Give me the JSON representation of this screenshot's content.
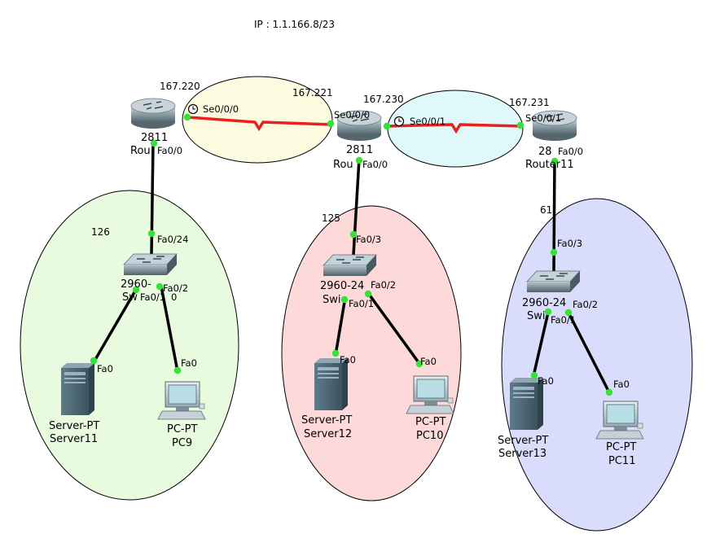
{
  "title": "IP : 1.1.166.8/23",
  "colors": {
    "zone_left": "#e8fbdf",
    "zone_mid": "#fdd9d9",
    "zone_right": "#d9dcfb",
    "wan_left": "#fdfbdf",
    "wan_right": "#dff9fb",
    "serial_link": "#e8201e",
    "ethernet_link": "#000000",
    "port_dot": "#35e235"
  },
  "icons": {
    "router": "router-icon",
    "switch": "switch-icon",
    "server": "server-icon",
    "pc": "pc-icon",
    "clock": "clock-icon"
  },
  "wan_labels": {
    "r10_se_ip": "167.220",
    "r12_se000_ip": "167.221",
    "r12_se001_ip": "167.230",
    "r11_se_ip": "167.231"
  },
  "lan_labels": {
    "left": "126",
    "mid": "125",
    "right": "61"
  },
  "routers": {
    "left": {
      "model": "2811",
      "name_partial": "Rou",
      "lan_port": "Fa0/0",
      "serial_port": "Se0/0/0"
    },
    "mid": {
      "model": "2811",
      "name_partial": "Rou",
      "lan_port": "Fa0/0",
      "serial_left": "Se0/0/0",
      "serial_right": "Se0/0/1"
    },
    "right": {
      "model_partial": "28",
      "name": "Router11",
      "lan_port": "Fa0/0",
      "serial_port": "Se0/0/1"
    }
  },
  "switches": {
    "left": {
      "model_partial": "2960-",
      "name_partial": "Sw",
      "uplink": "Fa0/24",
      "port_pc": "Fa0/2",
      "port_server": "Fa0/1",
      "name_tail": "0"
    },
    "mid": {
      "model_partial": "2960-24",
      "name_partial": "Swi",
      "uplink": "Fa0/3",
      "port_pc": "Fa0/2",
      "port_server": "Fa0/1"
    },
    "right": {
      "model_partial": "2960-24",
      "name_partial": "Swi",
      "uplink": "Fa0/3",
      "port_pc": "Fa0/2",
      "port_server": "Fa0/1"
    }
  },
  "servers": {
    "left": {
      "port": "Fa0",
      "model": "Server-PT",
      "name": "Server11"
    },
    "mid": {
      "port": "Fa0",
      "model": "Server-PT",
      "name": "Server12"
    },
    "right": {
      "port": "Fa0",
      "model": "Server-PT",
      "name": "Server13"
    }
  },
  "pcs": {
    "left": {
      "port": "Fa0",
      "model": "PC-PT",
      "name": "PC9"
    },
    "mid": {
      "port": "Fa0",
      "model": "PC-PT",
      "name": "PC10"
    },
    "right": {
      "port": "Fa0",
      "model": "PC-PT",
      "name": "PC11"
    }
  }
}
